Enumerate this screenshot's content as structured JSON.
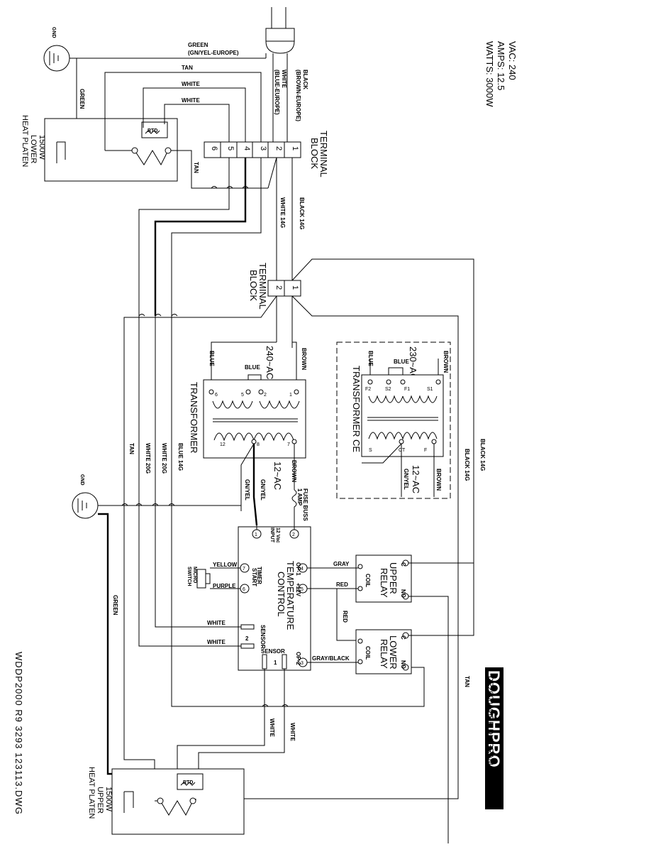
{
  "specs": {
    "vac": "VAC: 240",
    "amps": "AMPS: 12.5",
    "watts": "WATTS: 3000W"
  },
  "brand": {
    "logo": "DOUGHPRO",
    "title": "DP2000 WIRE DIAGRAM"
  },
  "drawing_number": "WDDP2000 R9 3293 123113.DWG",
  "plug": {
    "green": "GREEN",
    "green_eu": "(GN/YEL-EUROPE)",
    "white": "WHITE",
    "white_eu": "(BLUE-EUROPE)",
    "black": "BLACK",
    "black_eu": "(BROWN-EUROPE)"
  },
  "gnd": "GND",
  "terminal_block_top": {
    "line1": "TERMINAL",
    "line2": "BLOCK",
    "positions": [
      "1",
      "2",
      "3",
      "4",
      "5",
      "6"
    ]
  },
  "terminal_block_mid": {
    "line1": "TERMINAL",
    "line2": "BLOCK",
    "positions": [
      "1",
      "2"
    ]
  },
  "wires": {
    "tan": "TAN",
    "white": "WHITE",
    "green": "GREEN",
    "white14": "WHITE 14G",
    "black14": "BLACK 14G",
    "white20": "WHITE 20G",
    "blue14": "BLUE 14G",
    "blue": "BLUE",
    "brown": "BROWN",
    "gnyel": "GN/YEL",
    "gray": "GRAY",
    "red": "RED",
    "yellow": "YELLOW",
    "purple": "PURPLE",
    "grayblack": "GRAY/BLACK"
  },
  "lower_platen": {
    "l1": "1500W",
    "l2": "LOWER",
    "l3": "HEAT PLATEN",
    "rtd": "RTD"
  },
  "upper_platen": {
    "l1": "1500W",
    "l2": "UPPER",
    "l3": "HEAT PLATEN",
    "rtd": "RTD"
  },
  "transformer": {
    "title": "TRANSFORMER",
    "primary_v": "240~AC",
    "secondary_v": "12~AC",
    "pins": [
      "1",
      "2",
      "5",
      "6",
      "7",
      "8",
      "12"
    ]
  },
  "transformer_ce": {
    "title": "TRANSFORMER CE",
    "primary_v": "230~AC",
    "secondary_v": "12~AC",
    "pins": [
      "S1",
      "F1",
      "S2",
      "F2",
      "F",
      "CT",
      "S"
    ]
  },
  "fuse": {
    "l1": "FUSE BUSS",
    "l2": "1 AMP"
  },
  "control": {
    "l1": "TEMPERATURE",
    "l2": "CONTROL",
    "input": "12 Vac",
    "input2": "INPUT",
    "op1": "OP-1",
    "p12": "+12V",
    "op2": "OP-2",
    "timer": "TIMER",
    "start": "START",
    "sensor2": "SENSOR",
    "sensor2n": "2",
    "sensor1": "SENSOR",
    "sensor1n": "1",
    "pins": [
      "1",
      "2",
      "4",
      "5",
      "6",
      "7",
      "3"
    ]
  },
  "micro_switch": {
    "l1": "MICRO",
    "l2": "SWITCH"
  },
  "upper_relay": {
    "l1": "UPPER",
    "l2": "RELAY",
    "c": "C",
    "no": "NO",
    "coil": "COIL"
  },
  "lower_relay": {
    "l1": "LOWER",
    "l2": "RELAY",
    "c": "C",
    "no": "NO",
    "coil": "COIL"
  }
}
